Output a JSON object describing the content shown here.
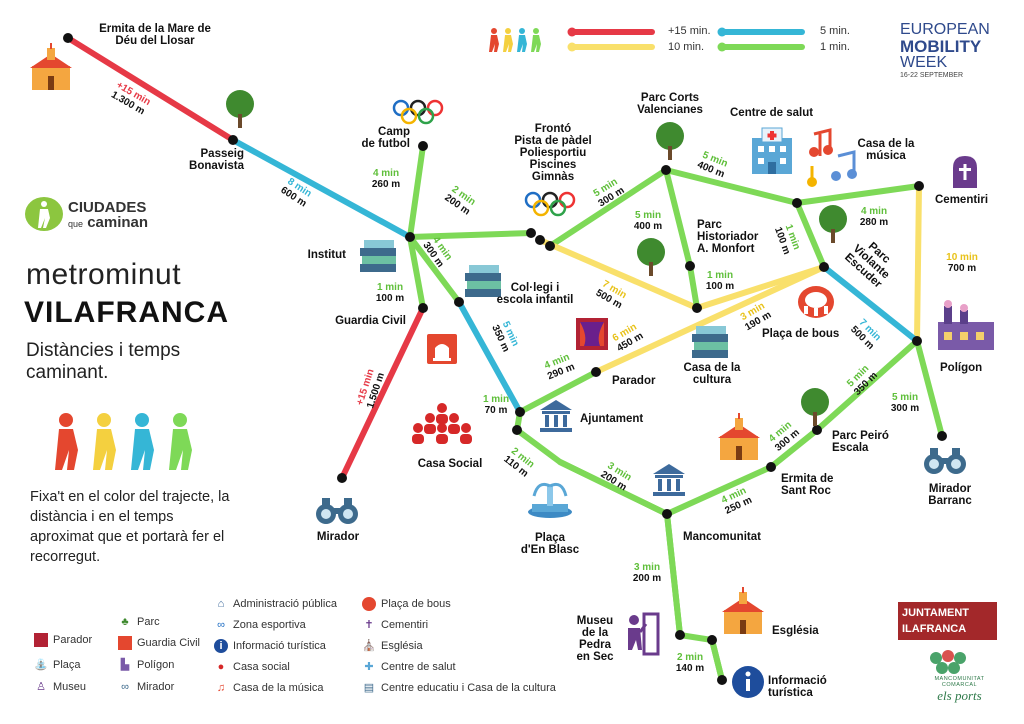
{
  "header": {
    "time_legend": [
      {
        "label": "+15 min.",
        "color": "#e63946"
      },
      {
        "label": "10 min.",
        "color": "#f9e06b"
      },
      {
        "label": "5 min.",
        "color": "#35b6d6"
      },
      {
        "label": "1 min.",
        "color": "#7ed957"
      }
    ],
    "emw_line1": "EUROPEAN",
    "emw_line2": "MOBILITY",
    "emw_line3": "WEEK",
    "emw_dates": "16-22 SEPTEMBER"
  },
  "branding": {
    "cq_line1": "CIUDADES",
    "cq_small": "que",
    "cq_line2": "caminan",
    "title_light": "metrominut",
    "title_bold": "VILAFRANCA",
    "subtitle": "Distàncies i temps caminant.",
    "description": "Fixa't en el color del trajecte, la distància i en el temps aproximat que et portarà fer el recorregut.",
    "ajuntament_line1": "JUNTAMENT",
    "ajuntament_line2": "ILAFRANCA",
    "mancomunitat": "MANCOMUNITAT COMARCAL",
    "elsports": "els ports"
  },
  "colors": {
    "red": "#e63946",
    "yellow": "#f9e06b",
    "blue": "#35b6d6",
    "green": "#7ed957"
  },
  "places": [
    {
      "id": "ermita-mare",
      "label": "Ermita de la Mare de\nDéu del Llosar"
    },
    {
      "id": "passeig",
      "label": "Passeig\nBonavista"
    },
    {
      "id": "camp",
      "label": "Camp\nde futbol"
    },
    {
      "id": "fronto",
      "label": "Frontó\nPista de pàdel\nPoliesportiu\nPiscines\nGimnàs"
    },
    {
      "id": "parc-corts",
      "label": "Parc Corts\nValencianes"
    },
    {
      "id": "centre-salut",
      "label": "Centre de salut"
    },
    {
      "id": "casa-musica",
      "label": "Casa de la\nmúsica"
    },
    {
      "id": "cementiri",
      "label": "Cementiri"
    },
    {
      "id": "institut",
      "label": "Institut"
    },
    {
      "id": "collegi",
      "label": "Col·legi i\nescola infantil"
    },
    {
      "id": "parc-montfort",
      "label": "Parc\nHistoriador\nA. Monfort"
    },
    {
      "id": "parc-violante",
      "label": "Parc\nViolante\nEscuder"
    },
    {
      "id": "guardia",
      "label": "Guardia Civil"
    },
    {
      "id": "placa-bous",
      "label": "Plaça de bous"
    },
    {
      "id": "parador",
      "label": "Parador"
    },
    {
      "id": "casa-cultura",
      "label": "Casa de la\ncultura"
    },
    {
      "id": "poligon",
      "label": "Polígon"
    },
    {
      "id": "ajuntament",
      "label": "Ajuntament"
    },
    {
      "id": "casa-social",
      "label": "Casa Social"
    },
    {
      "id": "parc-peiro",
      "label": "Parc Peiró\nEscala"
    },
    {
      "id": "ermita-roc",
      "label": "Ermita de\nSant Roc"
    },
    {
      "id": "mirador-barranc",
      "label": "Mirador\nBarranc"
    },
    {
      "id": "placa-blasc",
      "label": "Plaça\nd'En Blasc"
    },
    {
      "id": "mirador",
      "label": "Mirador"
    },
    {
      "id": "mancomunitat",
      "label": "Mancomunitat"
    },
    {
      "id": "museu",
      "label": "Museu\nde la\nPedra\nen Sec"
    },
    {
      "id": "esglesia",
      "label": "Església"
    },
    {
      "id": "info",
      "label": "Informació\nturística"
    }
  ],
  "segments": [
    {
      "color": "red",
      "time": "+15 min",
      "dist": "1.300 m"
    },
    {
      "color": "blue",
      "time": "8 min",
      "dist": "600 m"
    },
    {
      "color": "green",
      "time": "4 min",
      "dist": "260 m"
    },
    {
      "color": "green",
      "time": "2 min",
      "dist": "200 m"
    },
    {
      "color": "green",
      "time": "4 min",
      "dist": "300 m"
    },
    {
      "color": "green",
      "time": "1 min",
      "dist": "100 m"
    },
    {
      "color": "red",
      "time": "+15 min",
      "dist": "1.500 m"
    },
    {
      "color": "blue",
      "time": "5 min",
      "dist": "350 m"
    },
    {
      "color": "green",
      "time": "5 min",
      "dist": "300 m"
    },
    {
      "color": "green",
      "time": "5 min",
      "dist": "400 m"
    },
    {
      "color": "green",
      "time": "5 min",
      "dist": "400 m"
    },
    {
      "color": "green",
      "time": "4 min",
      "dist": "280 m"
    },
    {
      "color": "green",
      "time": "1 min",
      "dist": "100 m"
    },
    {
      "color": "yellow",
      "time": "7 min",
      "dist": "500 m"
    },
    {
      "color": "green",
      "time": "1 min",
      "dist": "100 m"
    },
    {
      "color": "yellow",
      "time": "3 min",
      "dist": "190 m"
    },
    {
      "color": "yellow",
      "time": "6 min",
      "dist": "450 m"
    },
    {
      "color": "yellow",
      "time": "10 min",
      "dist": "700 m"
    },
    {
      "color": "blue",
      "time": "7 min",
      "dist": "500 m"
    },
    {
      "color": "green",
      "time": "4 min",
      "dist": "290 m"
    },
    {
      "color": "green",
      "time": "1 min",
      "dist": "70 m"
    },
    {
      "color": "green",
      "time": "2 min",
      "dist": "110 m"
    },
    {
      "color": "green",
      "time": "3 min",
      "dist": "200 m"
    },
    {
      "color": "green",
      "time": "4 min",
      "dist": "250 m"
    },
    {
      "color": "green",
      "time": "4 min",
      "dist": "300 m"
    },
    {
      "color": "green",
      "time": "5 min",
      "dist": "350 m"
    },
    {
      "color": "green",
      "time": "5 min",
      "dist": "300 m"
    },
    {
      "color": "green",
      "time": "3 min",
      "dist": "200 m"
    },
    {
      "color": "green",
      "time": "2 min",
      "dist": "140 m"
    }
  ],
  "legend": [
    {
      "icon": "theatre-icon",
      "label": "Parador"
    },
    {
      "icon": "fountain-icon",
      "label": "Plaça"
    },
    {
      "icon": "museum-icon",
      "label": "Museu"
    },
    {
      "icon": "tree-icon",
      "label": "Parc"
    },
    {
      "icon": "siren-icon",
      "label": "Guardia Civil"
    },
    {
      "icon": "factory-icon",
      "label": "Polígon"
    },
    {
      "icon": "binoculars-icon",
      "label": "Mirador"
    },
    {
      "icon": "townhall-icon",
      "label": "Administració pública"
    },
    {
      "icon": "olympic-icon",
      "label": "Zona esportiva"
    },
    {
      "icon": "info-icon",
      "label": "Informació turística"
    },
    {
      "icon": "people-icon",
      "label": "Casa social"
    },
    {
      "icon": "music-icon",
      "label": "Casa de la música"
    },
    {
      "icon": "bullring-icon",
      "label": "Plaça de bous"
    },
    {
      "icon": "tomb-icon",
      "label": "Cementiri"
    },
    {
      "icon": "church-icon",
      "label": "Església"
    },
    {
      "icon": "hospital-icon",
      "label": "Centre de salut"
    },
    {
      "icon": "books-icon",
      "label": "Centre educatiu i Casa de la cultura"
    }
  ]
}
